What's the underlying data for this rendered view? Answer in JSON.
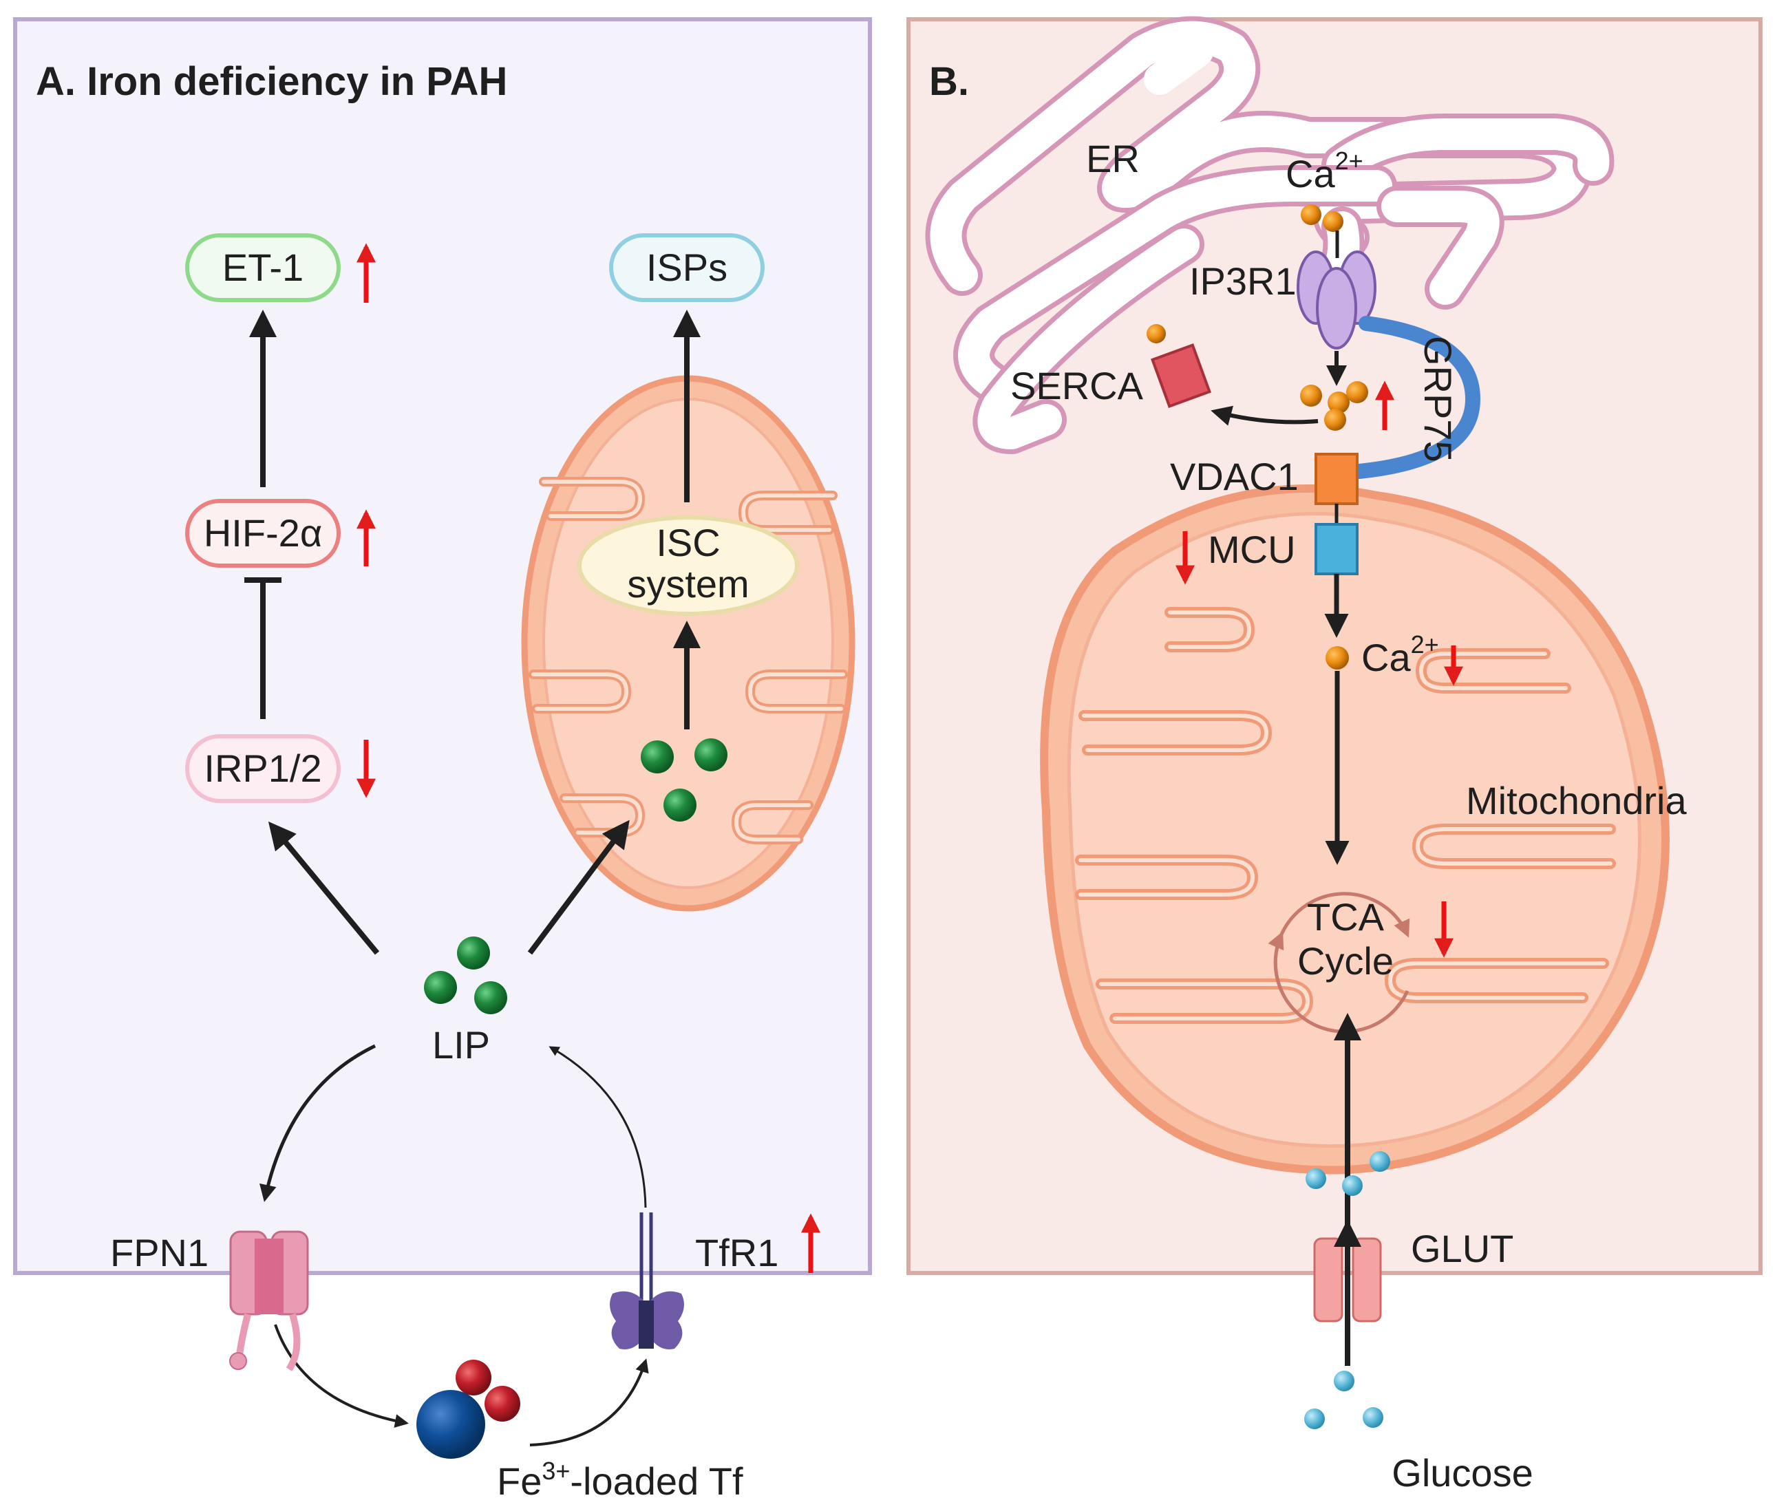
{
  "panel_a": {
    "title": "A. Iron deficiency in PAH",
    "nodes": {
      "et1": "ET-1",
      "hif2a": "HIF-2α",
      "irp": "IRP1/2",
      "isps": "ISPs",
      "isc_line1": "ISC",
      "isc_line2": "system"
    },
    "labels": {
      "lip": "LIP",
      "fpn1": "FPN1",
      "tfr1": "TfR1",
      "fe_prefix": "Fe",
      "fe_sup": "3+",
      "fe_suffix": "-loaded Tf"
    },
    "regulation": {
      "et1": "up",
      "hif2a": "up",
      "irp": "down",
      "tfr1": "up"
    }
  },
  "panel_b": {
    "title": "B.",
    "labels": {
      "er": "ER",
      "ca_top": "Ca",
      "ca_top_sup": "2+",
      "ip3r1": "IP3R1",
      "grp75": "GRP75",
      "serca": "SERCA",
      "vdac1": "VDAC1",
      "mcu": "MCU",
      "ca_mito": "Ca",
      "ca_mito_sup": "2+",
      "mitochondria": "Mitochondria",
      "tca_line1": "TCA",
      "tca_line2": "Cycle",
      "glut": "GLUT",
      "glucose": "Glucose"
    },
    "regulation": {
      "ca_er_gap": "up",
      "mcu": "down",
      "ca_mito": "down",
      "tca": "down"
    }
  },
  "colors": {
    "panel_a_bg": "#f4f2fb",
    "panel_a_border": "#b9a8d2",
    "panel_b_bg": "#faeae7",
    "panel_b_border": "#d7aaa3",
    "reg_arrow": "#ee1111",
    "iron": "#1e8a3c",
    "calcium": "#e88a10",
    "glucose": "#5ab8d8"
  }
}
